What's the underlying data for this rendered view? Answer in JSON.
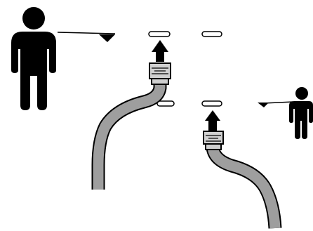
{
  "colors": {
    "background": "#ffffff",
    "ink": "#000000",
    "hose_fill": "#9e9e9e",
    "connector_fill": "#d0d0d0"
  },
  "figures": [
    {
      "name": "large-person-icon",
      "icon": "person-silhouette"
    },
    {
      "name": "small-person-icon",
      "icon": "person-silhouette"
    }
  ],
  "level_markers": [
    {
      "name": "upper-level-marker",
      "icon": "downward-triangle-pointer"
    },
    {
      "name": "lower-level-marker",
      "icon": "downward-triangle-pointer"
    }
  ],
  "slots": {
    "upper_row": [
      "slot-upper-left",
      "slot-upper-right"
    ],
    "lower_row": [
      "slot-lower-left",
      "slot-lower-right"
    ]
  },
  "hoses": [
    {
      "name": "left-hose",
      "direction": "up",
      "connector_icon": "plug-connector",
      "arrow_icon": "up-arrow-icon"
    },
    {
      "name": "right-hose",
      "direction": "up",
      "connector_icon": "plug-connector",
      "arrow_icon": "up-arrow-icon"
    }
  ]
}
